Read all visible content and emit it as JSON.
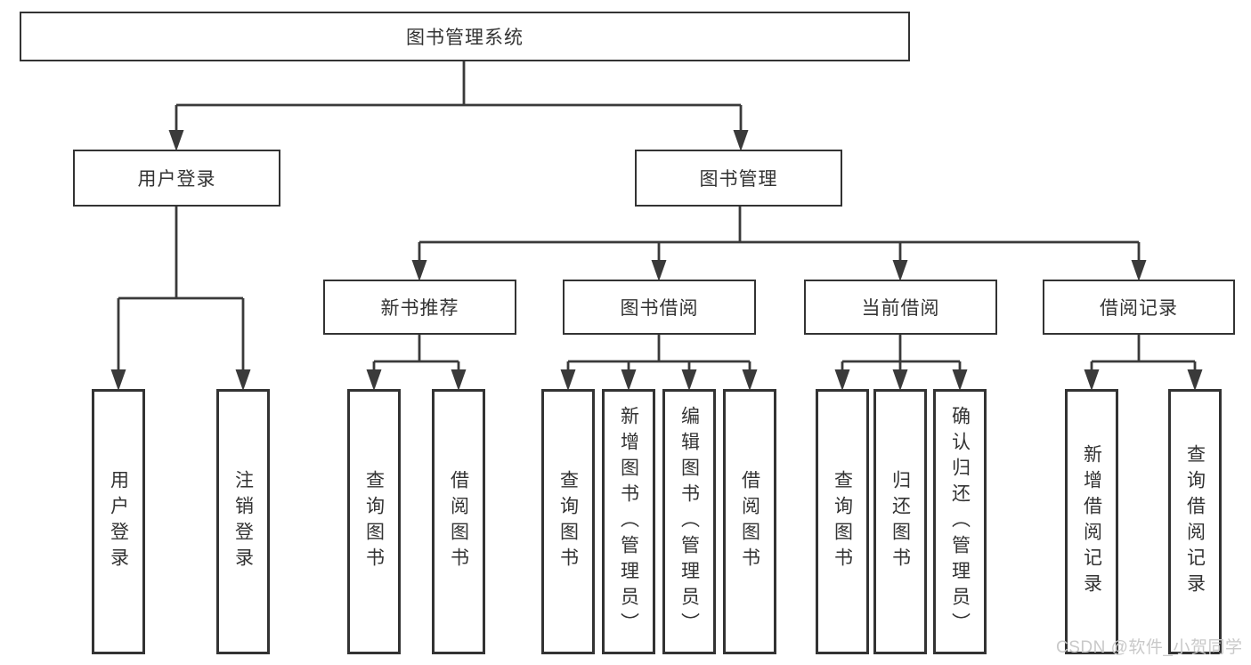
{
  "nodes": {
    "root": "图书管理系统",
    "user_login": "用户登录",
    "book_mgmt": "图书管理",
    "new_book_rec": "新书推荐",
    "book_borrow": "图书借阅",
    "current_borrow": "当前借阅",
    "borrow_records": "借阅记录",
    "leaf_user_login": "用户登录",
    "leaf_logout": "注销登录",
    "rec_query_books": "查询图书",
    "rec_borrow_books": "借阅图书",
    "bb_query_books": "查询图书",
    "bb_add_books": "新增图书（管理员）",
    "bb_edit_books": "编辑图书（管理员）",
    "bb_borrow_books": "借阅图书",
    "cb_query_books": "查询图书",
    "cb_return_books": "归还图书",
    "cb_confirm_return": "确认归还（管理员）",
    "br_add_record": "新增借阅记录",
    "br_query_record": "查询借阅记录"
  },
  "watermark": "CSDN @软件_小贺同学",
  "colors": {
    "line": "#3a3a3a",
    "box_border": "#333333",
    "text": "#333333",
    "watermark": "#c9c9c9",
    "background": "#ffffff"
  }
}
